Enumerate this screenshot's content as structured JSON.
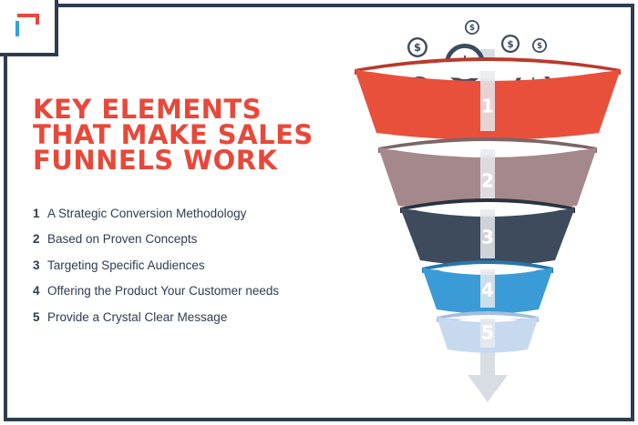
{
  "title": "KEY ELEMENTS\nTHAT MAKE SALES\nFUNNELS WORK",
  "items": [
    {
      "num": "1",
      "text": "A Strategic Conversion Methodology"
    },
    {
      "num": "2",
      "text": "Based on Proven Concepts"
    },
    {
      "num": "3",
      "text": "Targeting Specific Audiences"
    },
    {
      "num": "4",
      "text": "Offering the Product Your Customer needs"
    },
    {
      "num": "5",
      "text": "Provide a Crystal Clear Message"
    }
  ],
  "funnel": {
    "stages": [
      {
        "label": "1",
        "color": "#e8503c",
        "color_dark": "#b93a2c"
      },
      {
        "label": "2",
        "color": "#a5888b",
        "color_dark": "#7d6568"
      },
      {
        "label": "3",
        "color": "#3d4b5d",
        "color_dark": "#28333f"
      },
      {
        "label": "4",
        "color": "#3b9bd6",
        "color_dark": "#2776a8"
      },
      {
        "label": "5",
        "color": "#c6d9ef",
        "color_dark": "#a3bedd"
      }
    ],
    "coin_symbol": "$",
    "arrow_color": "#d8dde4"
  },
  "colors": {
    "accent": "#e8483a",
    "frame": "#2e3d4f",
    "logo_blue": "#2fa2dc"
  }
}
